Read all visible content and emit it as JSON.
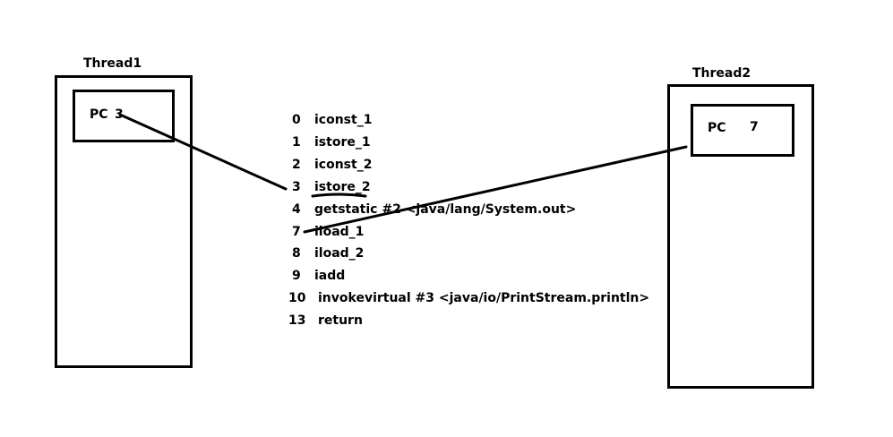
{
  "thread1": {
    "title": "Thread1",
    "pc_label": "PC",
    "pc_value": "3"
  },
  "thread2": {
    "title": "Thread2",
    "pc_label": "PC",
    "pc_value": "7"
  },
  "bytecode": [
    {
      "offset": "0",
      "instruction": "iconst_1"
    },
    {
      "offset": "1",
      "instruction": "istore_1"
    },
    {
      "offset": "2",
      "instruction": "iconst_2"
    },
    {
      "offset": "3",
      "instruction": "istore_2"
    },
    {
      "offset": "4",
      "instruction": "getstatic #2 <java/lang/System.out>"
    },
    {
      "offset": "7",
      "instruction": "iload_1"
    },
    {
      "offset": "8",
      "instruction": "iload_2"
    },
    {
      "offset": "9",
      "instruction": "iadd"
    },
    {
      "offset": "10",
      "instruction": "invokevirtual #3 <java/io/PrintStream.println>"
    },
    {
      "offset": "13",
      "instruction": "return"
    }
  ],
  "colors": {
    "stroke": "#000000",
    "background": "#ffffff"
  }
}
